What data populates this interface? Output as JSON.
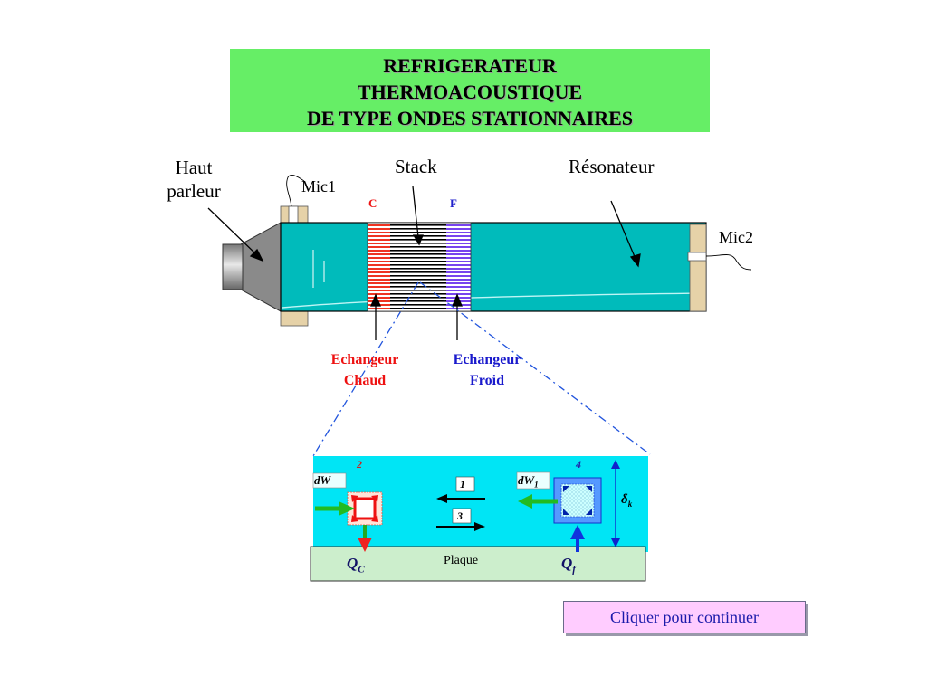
{
  "title": {
    "line1": "REFRIGERATEUR",
    "line2": "THERMOACOUSTIQUE",
    "line3": "DE TYPE ONDES STATIONNAIRES"
  },
  "labels": {
    "speaker_line1": "Haut",
    "speaker_line2": "parleur",
    "mic1": "Mic1",
    "mic2": "Mic2",
    "stack": "Stack",
    "resonator": "Résonateur",
    "hot_marker": "C",
    "cold_marker": "F",
    "hot_exchanger_line1": "Echangeur",
    "hot_exchanger_line2": "Chaud",
    "cold_exchanger_line1": "Echangeur",
    "cold_exchanger_line2": "Froid"
  },
  "detail": {
    "step2": "2",
    "step4": "4",
    "step1": "1",
    "step3": "3",
    "work_left": "dW",
    "work_right_main": "dW",
    "work_right_sub": "1",
    "delta_symbol": "δ",
    "delta_sub": "k",
    "plate": "Plaque",
    "heat_hot_main": "Q",
    "heat_hot_sub": "C",
    "heat_cold_main": "Q",
    "heat_cold_sub": "f"
  },
  "button": {
    "continue_label": "Cliquer pour continuer"
  },
  "colors": {
    "title_bg": "#66ee66",
    "tube": "#00bbbb",
    "hot": "#ee2222",
    "cold": "#2222cc",
    "detail_bg": "#00e5f5",
    "plate_bg": "#cceecc",
    "button_bg": "#ffccff"
  }
}
